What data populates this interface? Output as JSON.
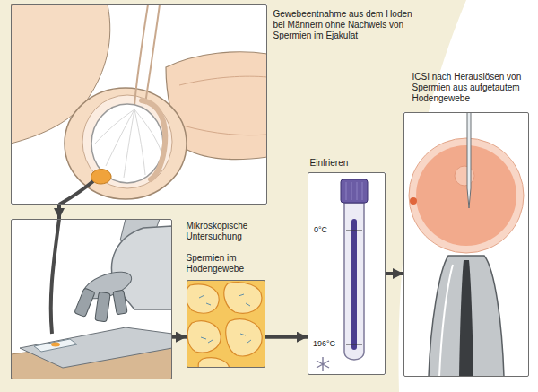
{
  "diagram": {
    "nodes": [
      {
        "text": [
          "Gewebeentnahme aus dem Hoden bei Männern ohne Nachweis von Spermien im Ejakulat"
        ]
      },
      {
        "text": [
          "Mikroskopische Untersuchung"
        ]
      },
      {
        "text": [
          "Spermien im Hodengewebe"
        ]
      },
      {
        "text": [
          "Einfrieren"
        ]
      },
      {
        "text": [
          "ICSI nach Herauslösen von Spermien aus aufgetautem Hodengewebe"
        ]
      }
    ],
    "edges": [
      {
        "from": 0,
        "to": 1,
        "arrow": "to"
      },
      {
        "from": 1,
        "to": 2,
        "arrow": "to"
      },
      {
        "from": 2,
        "to": 3,
        "arrow": "to"
      },
      {
        "from": 3,
        "to": 4,
        "arrow": "to"
      }
    ],
    "labels": [
      "0°C",
      "-196°C"
    ]
  }
}
